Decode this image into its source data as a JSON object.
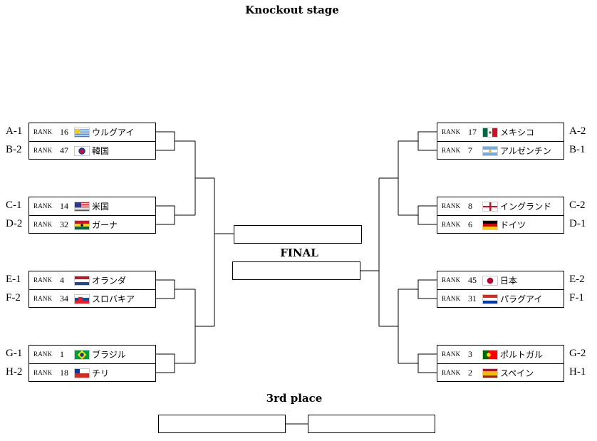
{
  "titles": {
    "main": "Knockout stage",
    "final": "FINAL",
    "third": "3rd place"
  },
  "rank_label": "RANK",
  "left": [
    {
      "group": "A-1",
      "rank": "16",
      "flag": "uy",
      "name": "ウルグアイ"
    },
    {
      "group": "B-2",
      "rank": "47",
      "flag": "kr",
      "name": "韓国"
    },
    {
      "group": "C-1",
      "rank": "14",
      "flag": "us",
      "name": "米国"
    },
    {
      "group": "D-2",
      "rank": "32",
      "flag": "gh",
      "name": "ガーナ"
    },
    {
      "group": "E-1",
      "rank": "4",
      "flag": "nl",
      "name": "オランダ"
    },
    {
      "group": "F-2",
      "rank": "34",
      "flag": "sk",
      "name": "スロバキア"
    },
    {
      "group": "G-1",
      "rank": "1",
      "flag": "br",
      "name": "ブラジル"
    },
    {
      "group": "H-2",
      "rank": "18",
      "flag": "cl",
      "name": "チリ"
    }
  ],
  "right": [
    {
      "group": "A-2",
      "rank": "17",
      "flag": "mx",
      "name": "メキシコ"
    },
    {
      "group": "B-1",
      "rank": "7",
      "flag": "ar",
      "name": "アルゼンチン"
    },
    {
      "group": "C-2",
      "rank": "8",
      "flag": "en",
      "name": "イングランド"
    },
    {
      "group": "D-1",
      "rank": "6",
      "flag": "de",
      "name": "ドイツ"
    },
    {
      "group": "E-2",
      "rank": "45",
      "flag": "jp",
      "name": "日本"
    },
    {
      "group": "F-1",
      "rank": "31",
      "flag": "py",
      "name": "パラグアイ"
    },
    {
      "group": "G-2",
      "rank": "3",
      "flag": "pt",
      "name": "ポルトガル"
    },
    {
      "group": "H-1",
      "rank": "2",
      "flag": "es",
      "name": "スペイン"
    }
  ]
}
